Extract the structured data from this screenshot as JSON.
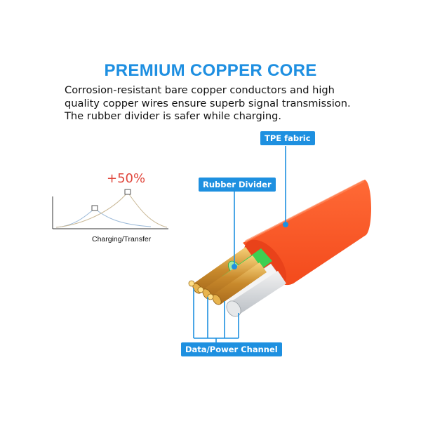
{
  "headline": "PREMIUM COPPER CORE",
  "description": {
    "line1": "Corrosion-resistant bare copper conductors and high",
    "line2": "quality copper wires ensure superb signal transmission.",
    "line3": "The rubber divider is safer while charging."
  },
  "graph": {
    "increase_label": "+50%",
    "caption": "Charging/Transfer"
  },
  "labels": {
    "tpe_fabric": "TPE fabric",
    "rubber_divider": "Rubber Divider",
    "data_power_channel": "Data/Power Channel"
  },
  "colors": {
    "accent_blue": "#1e90e0",
    "headline_blue": "#1e8fe1",
    "cable_orange": "#ff5b2b",
    "increase_red": "#e0463c",
    "divider_green": "#33c24a"
  }
}
